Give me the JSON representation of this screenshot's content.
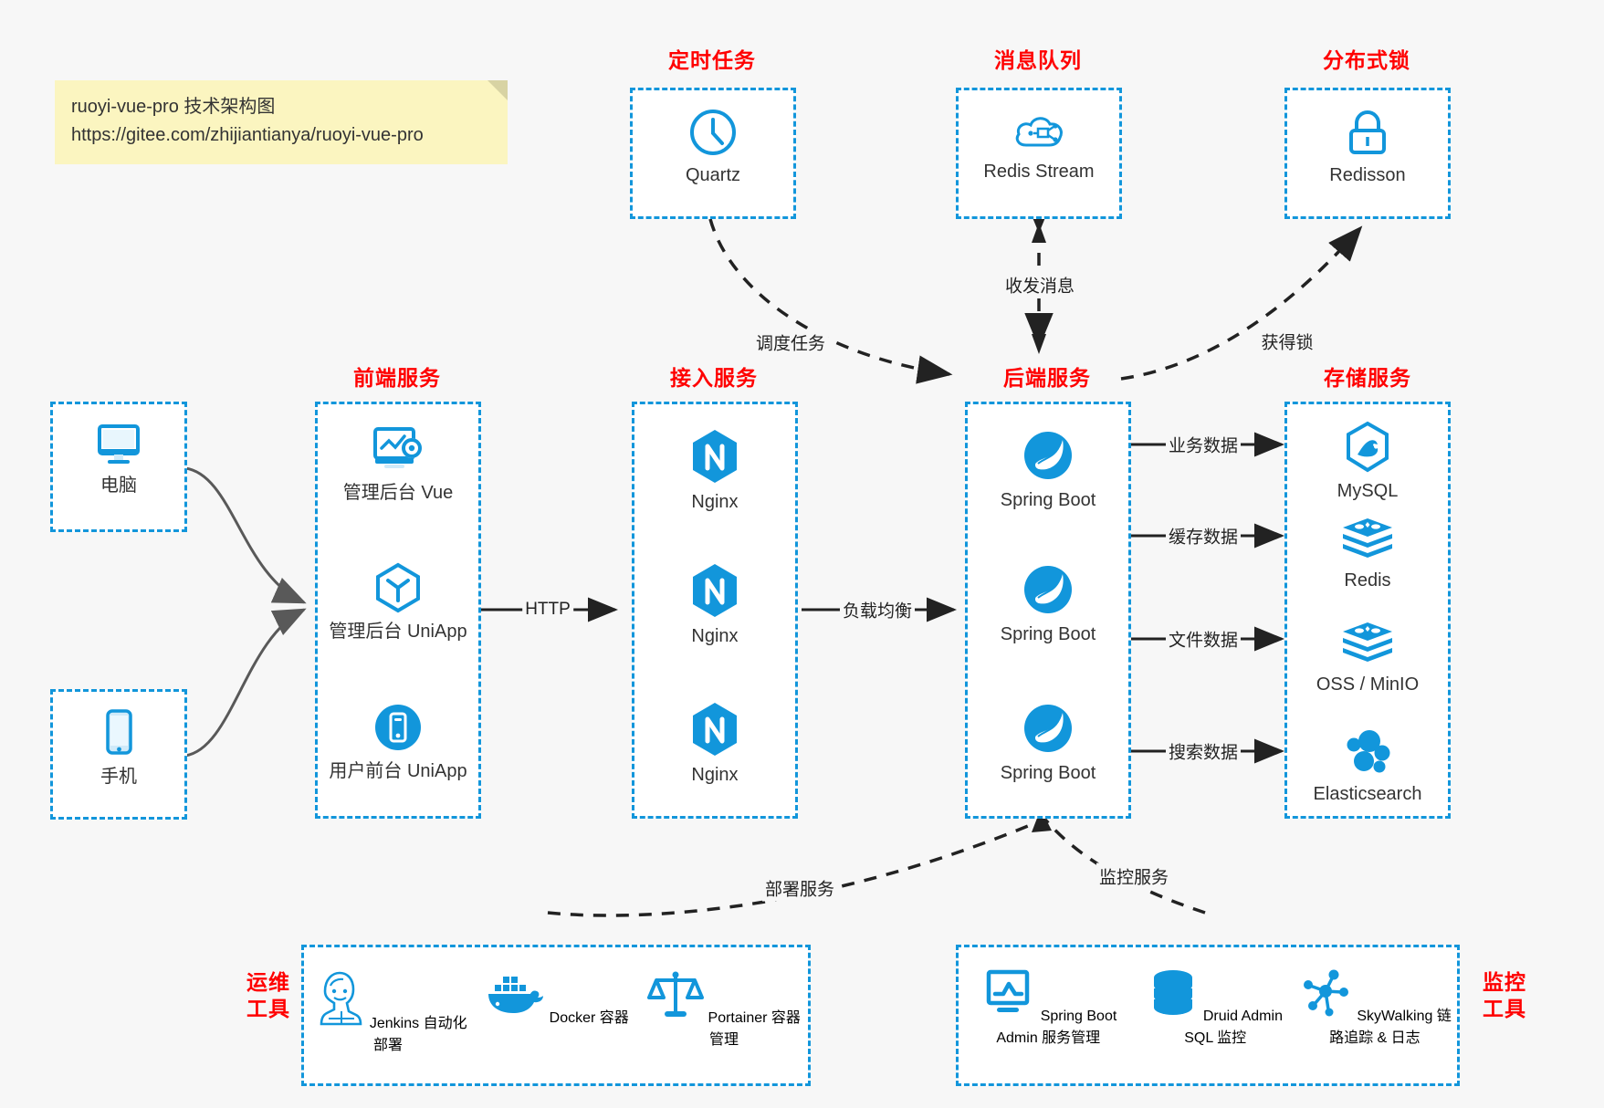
{
  "note": {
    "line1": "ruoyi-vue-pro 技术架构图",
    "line2": "https://gitee.com/zhijiantianya/ruoyi-vue-pro"
  },
  "colors": {
    "accent": "#1296db",
    "group_title": "#ff0000",
    "arrow": "#222222",
    "client_arrow": "#595959",
    "note_bg": "#fbf5c0",
    "background": "#f7f7f7"
  },
  "groups": {
    "scheduled_task": {
      "title": "定时任务"
    },
    "message_queue": {
      "title": "消息队列"
    },
    "distributed_lock": {
      "title": "分布式锁"
    },
    "frontend": {
      "title": "前端服务"
    },
    "gateway": {
      "title": "接入服务"
    },
    "backend": {
      "title": "后端服务"
    },
    "storage": {
      "title": "存储服务"
    },
    "devops": {
      "title": "运维\n工具",
      "line1": "运维",
      "line2": "工具"
    },
    "monitor": {
      "title": "监控\n工具",
      "line1": "监控",
      "line2": "工具"
    }
  },
  "clients": [
    {
      "label": "电脑",
      "icon": "desktop-computer-icon"
    },
    {
      "label": "手机",
      "icon": "mobile-phone-icon"
    }
  ],
  "scheduled_task_items": [
    {
      "label": "Quartz",
      "icon": "clock-icon"
    }
  ],
  "message_queue_items": [
    {
      "label": "Redis Stream",
      "icon": "cloud-stream-icon"
    }
  ],
  "distributed_lock_items": [
    {
      "label": "Redisson",
      "icon": "padlock-icon"
    }
  ],
  "frontend_items": [
    {
      "label": "管理后台 Vue",
      "icon": "admin-dashboard-icon"
    },
    {
      "label": "管理后台 UniApp",
      "icon": "uniapp-cube-icon"
    },
    {
      "label": "用户前台 UniApp",
      "icon": "mobile-app-icon"
    }
  ],
  "gateway_items": [
    {
      "label": "Nginx",
      "icon": "nginx-icon"
    },
    {
      "label": "Nginx",
      "icon": "nginx-icon"
    },
    {
      "label": "Nginx",
      "icon": "nginx-icon"
    }
  ],
  "backend_items": [
    {
      "label": "Spring Boot",
      "icon": "spring-boot-icon"
    },
    {
      "label": "Spring Boot",
      "icon": "spring-boot-icon"
    },
    {
      "label": "Spring Boot",
      "icon": "spring-boot-icon"
    }
  ],
  "storage_items": [
    {
      "label": "MySQL",
      "icon": "mysql-icon"
    },
    {
      "label": "Redis",
      "icon": "redis-icon"
    },
    {
      "label": "OSS / MinIO",
      "icon": "oss-minio-icon"
    },
    {
      "label": "Elasticsearch",
      "icon": "elasticsearch-icon"
    }
  ],
  "devops_items": [
    {
      "label": "Jenkins",
      "sub": "自动化部署",
      "icon": "jenkins-icon"
    },
    {
      "label": "Docker",
      "sub": "容器",
      "icon": "docker-whale-icon"
    },
    {
      "label": "Portainer",
      "sub": "容器管理",
      "icon": "portainer-scales-icon"
    }
  ],
  "monitor_items": [
    {
      "label": "Spring Boot Admin",
      "sub": "服务管理",
      "icon": "monitor-chart-icon"
    },
    {
      "label": "Druid Admin",
      "sub": "SQL 监控",
      "icon": "database-cylinder-icon"
    },
    {
      "label": "SkyWalking",
      "sub": "链路追踪 & 日志",
      "icon": "skywalking-nodes-icon"
    }
  ],
  "edge_labels": {
    "http": "HTTP",
    "load_balance": "负载均衡",
    "schedule_task": "调度任务",
    "send_receive_message": "收发消息",
    "acquire_lock": "获得锁",
    "business_data": "业务数据",
    "cache_data": "缓存数据",
    "file_data": "文件数据",
    "search_data": "搜索数据",
    "deploy_service": "部署服务",
    "monitor_service": "监控服务"
  }
}
